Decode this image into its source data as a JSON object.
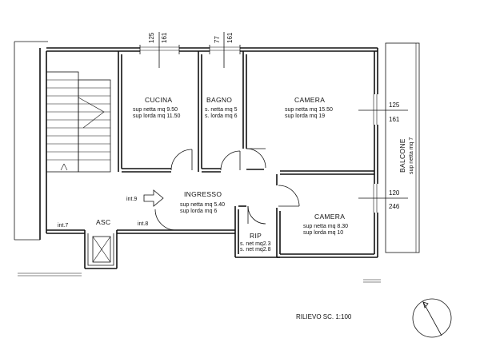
{
  "rooms": {
    "cucina": {
      "name": "CUCINA",
      "line1": "sup netta mq 9.50",
      "line2": "sup lorda mq 11.50"
    },
    "bagno": {
      "name": "BAGNO",
      "line1": "s. netta mq 5",
      "line2": "s. lorda mq 6"
    },
    "camera1": {
      "name": "CAMERA",
      "line1": "sup netta mq 15.50",
      "line2": "sup lorda mq 19"
    },
    "ingresso": {
      "name": "INGRESSO",
      "line1": "sup netta mq 5.40",
      "line2": "sup lorda mq 6"
    },
    "camera2": {
      "name": "CAMERA",
      "line1": "sup netta mq 8.30",
      "line2": "sup lorda mq 10"
    },
    "rip": {
      "name": "RIP",
      "line1": "s. net mq2.3",
      "line2": "s. net mq2.8"
    },
    "balcone": {
      "name": "BALCONE",
      "line1": "sup netta mq 7"
    }
  },
  "dimensions": {
    "cucina_window": [
      "125",
      "161"
    ],
    "bagno_window": [
      "77",
      "161"
    ],
    "camera1_window": [
      "125",
      "161"
    ],
    "camera2_window": [
      "120",
      "246"
    ]
  },
  "labels": {
    "int9": "int.9",
    "int7": "int.7",
    "int8": "int.8",
    "asc": "ASC"
  },
  "footer": {
    "scale": "RILIEVO SC. 1:100"
  },
  "icons": {
    "north": "north-arrow-icon",
    "entry": "entry-arrow-icon"
  }
}
